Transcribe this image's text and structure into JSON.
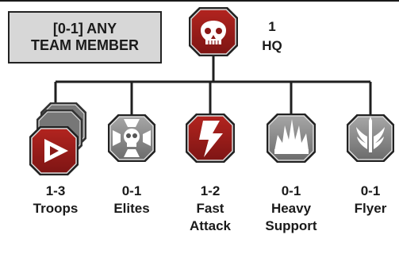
{
  "team_box": {
    "line1": "[0-1] ANY",
    "line2": "TEAM MEMBER"
  },
  "hq": {
    "count": "1",
    "label": "HQ",
    "icon": "skull-icon"
  },
  "slots": [
    {
      "count": "1-3",
      "lines": [
        "Troops"
      ],
      "icon": "troops-icon",
      "theme": "red"
    },
    {
      "count": "0-1",
      "lines": [
        "Elites"
      ],
      "icon": "elites-icon",
      "theme": "grey"
    },
    {
      "count": "1-2",
      "lines": [
        "Fast",
        "Attack"
      ],
      "icon": "fast-attack-icon",
      "theme": "red"
    },
    {
      "count": "0-1",
      "lines": [
        "Heavy",
        "Support"
      ],
      "icon": "heavy-support-icon",
      "theme": "grey"
    },
    {
      "count": "0-1",
      "lines": [
        "Flyer"
      ],
      "icon": "flyer-icon",
      "theme": "grey"
    }
  ],
  "colors": {
    "red": "#9e1c1a",
    "grey": "#8a8a8a",
    "line": "#1f1f1f",
    "box": "#d7d7d7"
  }
}
